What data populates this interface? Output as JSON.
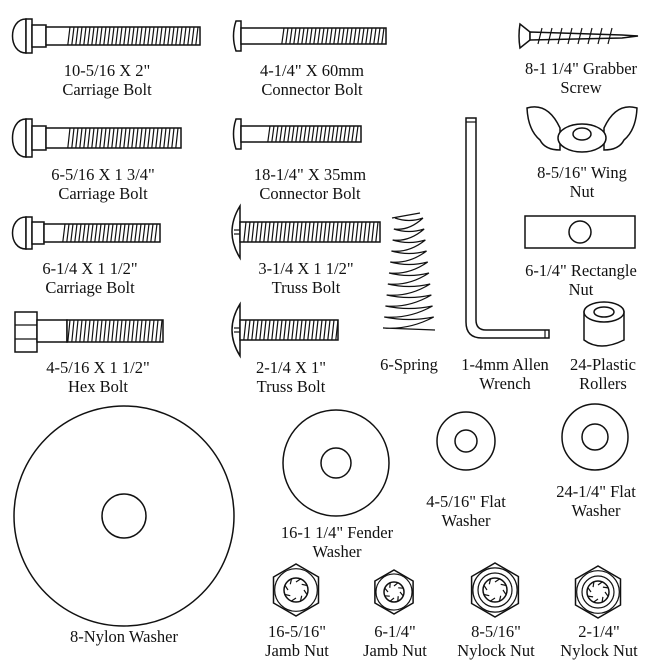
{
  "parts": [
    {
      "id": "carriage-bolt-2",
      "lines": [
        "10-5/16 X 2\"",
        "Carriage Bolt"
      ]
    },
    {
      "id": "connector-bolt-60",
      "lines": [
        "4-1/4\" X 60mm",
        "Connector Bolt"
      ]
    },
    {
      "id": "grabber-screw",
      "lines": [
        "8-1 1/4\" Grabber",
        "Screw"
      ]
    },
    {
      "id": "carriage-bolt-134",
      "lines": [
        "6-5/16 X 1 3/4\"",
        "Carriage Bolt"
      ]
    },
    {
      "id": "connector-bolt-35",
      "lines": [
        "18-1/4\" X 35mm",
        "Connector Bolt"
      ]
    },
    {
      "id": "wing-nut",
      "lines": [
        "8-5/16\" Wing",
        "Nut"
      ]
    },
    {
      "id": "carriage-bolt-112",
      "lines": [
        "6-1/4 X 1 1/2\"",
        "Carriage Bolt"
      ]
    },
    {
      "id": "truss-bolt-112",
      "lines": [
        "3-1/4 X 1 1/2\"",
        "Truss Bolt"
      ]
    },
    {
      "id": "rectangle-nut",
      "lines": [
        "6-1/4\" Rectangle",
        "Nut"
      ]
    },
    {
      "id": "hex-bolt",
      "lines": [
        "4-5/16 X 1 1/2\"",
        "Hex Bolt"
      ]
    },
    {
      "id": "truss-bolt-1",
      "lines": [
        "2-1/4 X 1\"",
        "Truss Bolt"
      ]
    },
    {
      "id": "spring",
      "lines": [
        "6-Spring"
      ]
    },
    {
      "id": "allen-wrench",
      "lines": [
        "1-4mm Allen",
        "Wrench"
      ]
    },
    {
      "id": "plastic-rollers",
      "lines": [
        "24-Plastic",
        "Rollers"
      ]
    },
    {
      "id": "fender-washer",
      "lines": [
        "16-1 1/4\" Fender",
        "Washer"
      ]
    },
    {
      "id": "flat-washer-516",
      "lines": [
        "4-5/16\" Flat",
        "Washer"
      ]
    },
    {
      "id": "flat-washer-14",
      "lines": [
        "24-1/4\" Flat",
        "Washer"
      ]
    },
    {
      "id": "nylon-washer",
      "lines": [
        "8-Nylon Washer"
      ]
    },
    {
      "id": "jamb-nut-516",
      "lines": [
        "16-5/16\"",
        "Jamb Nut"
      ]
    },
    {
      "id": "jamb-nut-14",
      "lines": [
        "6-1/4\"",
        "Jamb Nut"
      ]
    },
    {
      "id": "nylock-nut-516",
      "lines": [
        "8-5/16\"",
        "Nylock Nut"
      ]
    },
    {
      "id": "nylock-nut-14",
      "lines": [
        "2-1/4\"",
        "Nylock Nut"
      ]
    }
  ]
}
